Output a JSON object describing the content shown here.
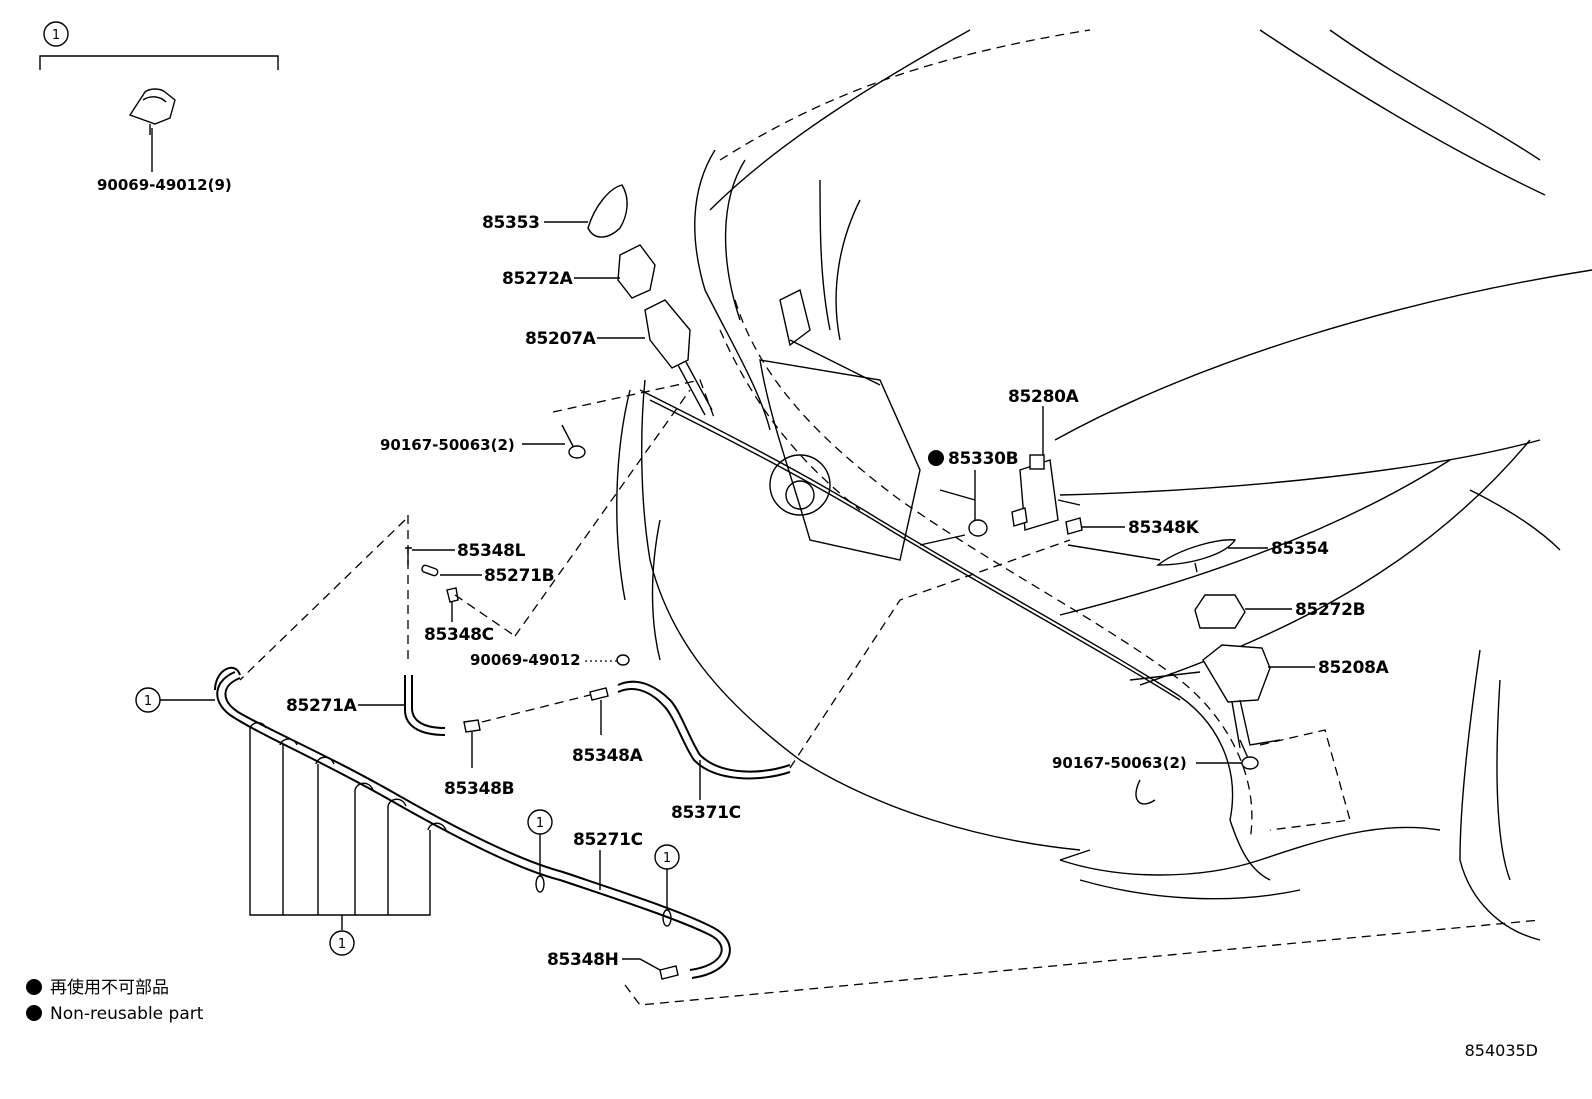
{
  "group_marker": "1",
  "callouts": {
    "clip_group": "90069-49012(9)",
    "p85353": "85353",
    "p85272A": "85272A",
    "p85207A": "85207A",
    "p90167_left": "90167-50063(2)",
    "p85348L": "85348L",
    "p85271B": "85271B",
    "p85348C": "85348C",
    "p90069": "90069-49012",
    "p85271A": "85271A",
    "p85348B": "85348B",
    "p85348A": "85348A",
    "p85371C": "85371C",
    "p85271C": "85271C",
    "p85348H": "85348H",
    "p85280A": "85280A",
    "p85330B": "85330B",
    "p85348K": "85348K",
    "p85354": "85354",
    "p85272B": "85272B",
    "p85208A": "85208A",
    "p90167_right": "90167-50063(2)"
  },
  "legend": {
    "jp": "再使用不可部品",
    "en": "Non-reusable part"
  },
  "diagram_code": "854035D"
}
